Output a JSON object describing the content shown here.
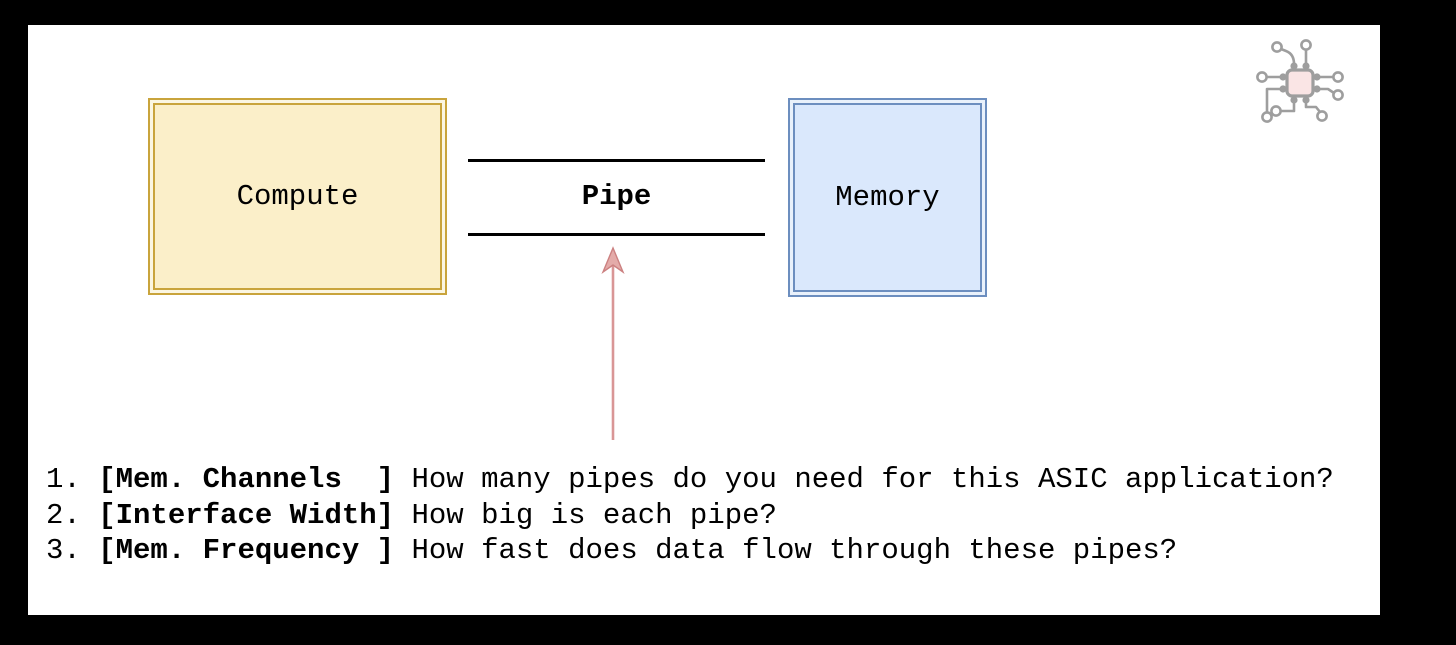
{
  "page": {
    "background": "#000000",
    "surface": "#ffffff"
  },
  "diagram": {
    "compute_box": {
      "label": "Compute",
      "fill": "#FBEFC9",
      "border": "#C9A43C"
    },
    "memory_box": {
      "label": "Memory",
      "fill": "#DAE8FC",
      "border": "#6C8EBF"
    },
    "pipe": {
      "label": "Pipe",
      "line_color": "#000000"
    },
    "arrow": {
      "direction": "up",
      "color": "#D99696",
      "points_at": "Pipe"
    }
  },
  "questions": {
    "items": [
      {
        "num": "1. ",
        "label": "[Mem. Channels  ]",
        "question": " How many pipes do you need for this ASIC application?"
      },
      {
        "num": "2. ",
        "label": "[Interface Width]",
        "question": " How big is each pipe?"
      },
      {
        "num": "3. ",
        "label": "[Mem. Frequency ]",
        "question": " How fast does data flow through these pipes?"
      }
    ]
  },
  "icons": {
    "logo": "circuit-chip-icon",
    "logo_colors": {
      "stroke": "#9E9E9E",
      "chip_fill": "#FAE5E5"
    }
  }
}
